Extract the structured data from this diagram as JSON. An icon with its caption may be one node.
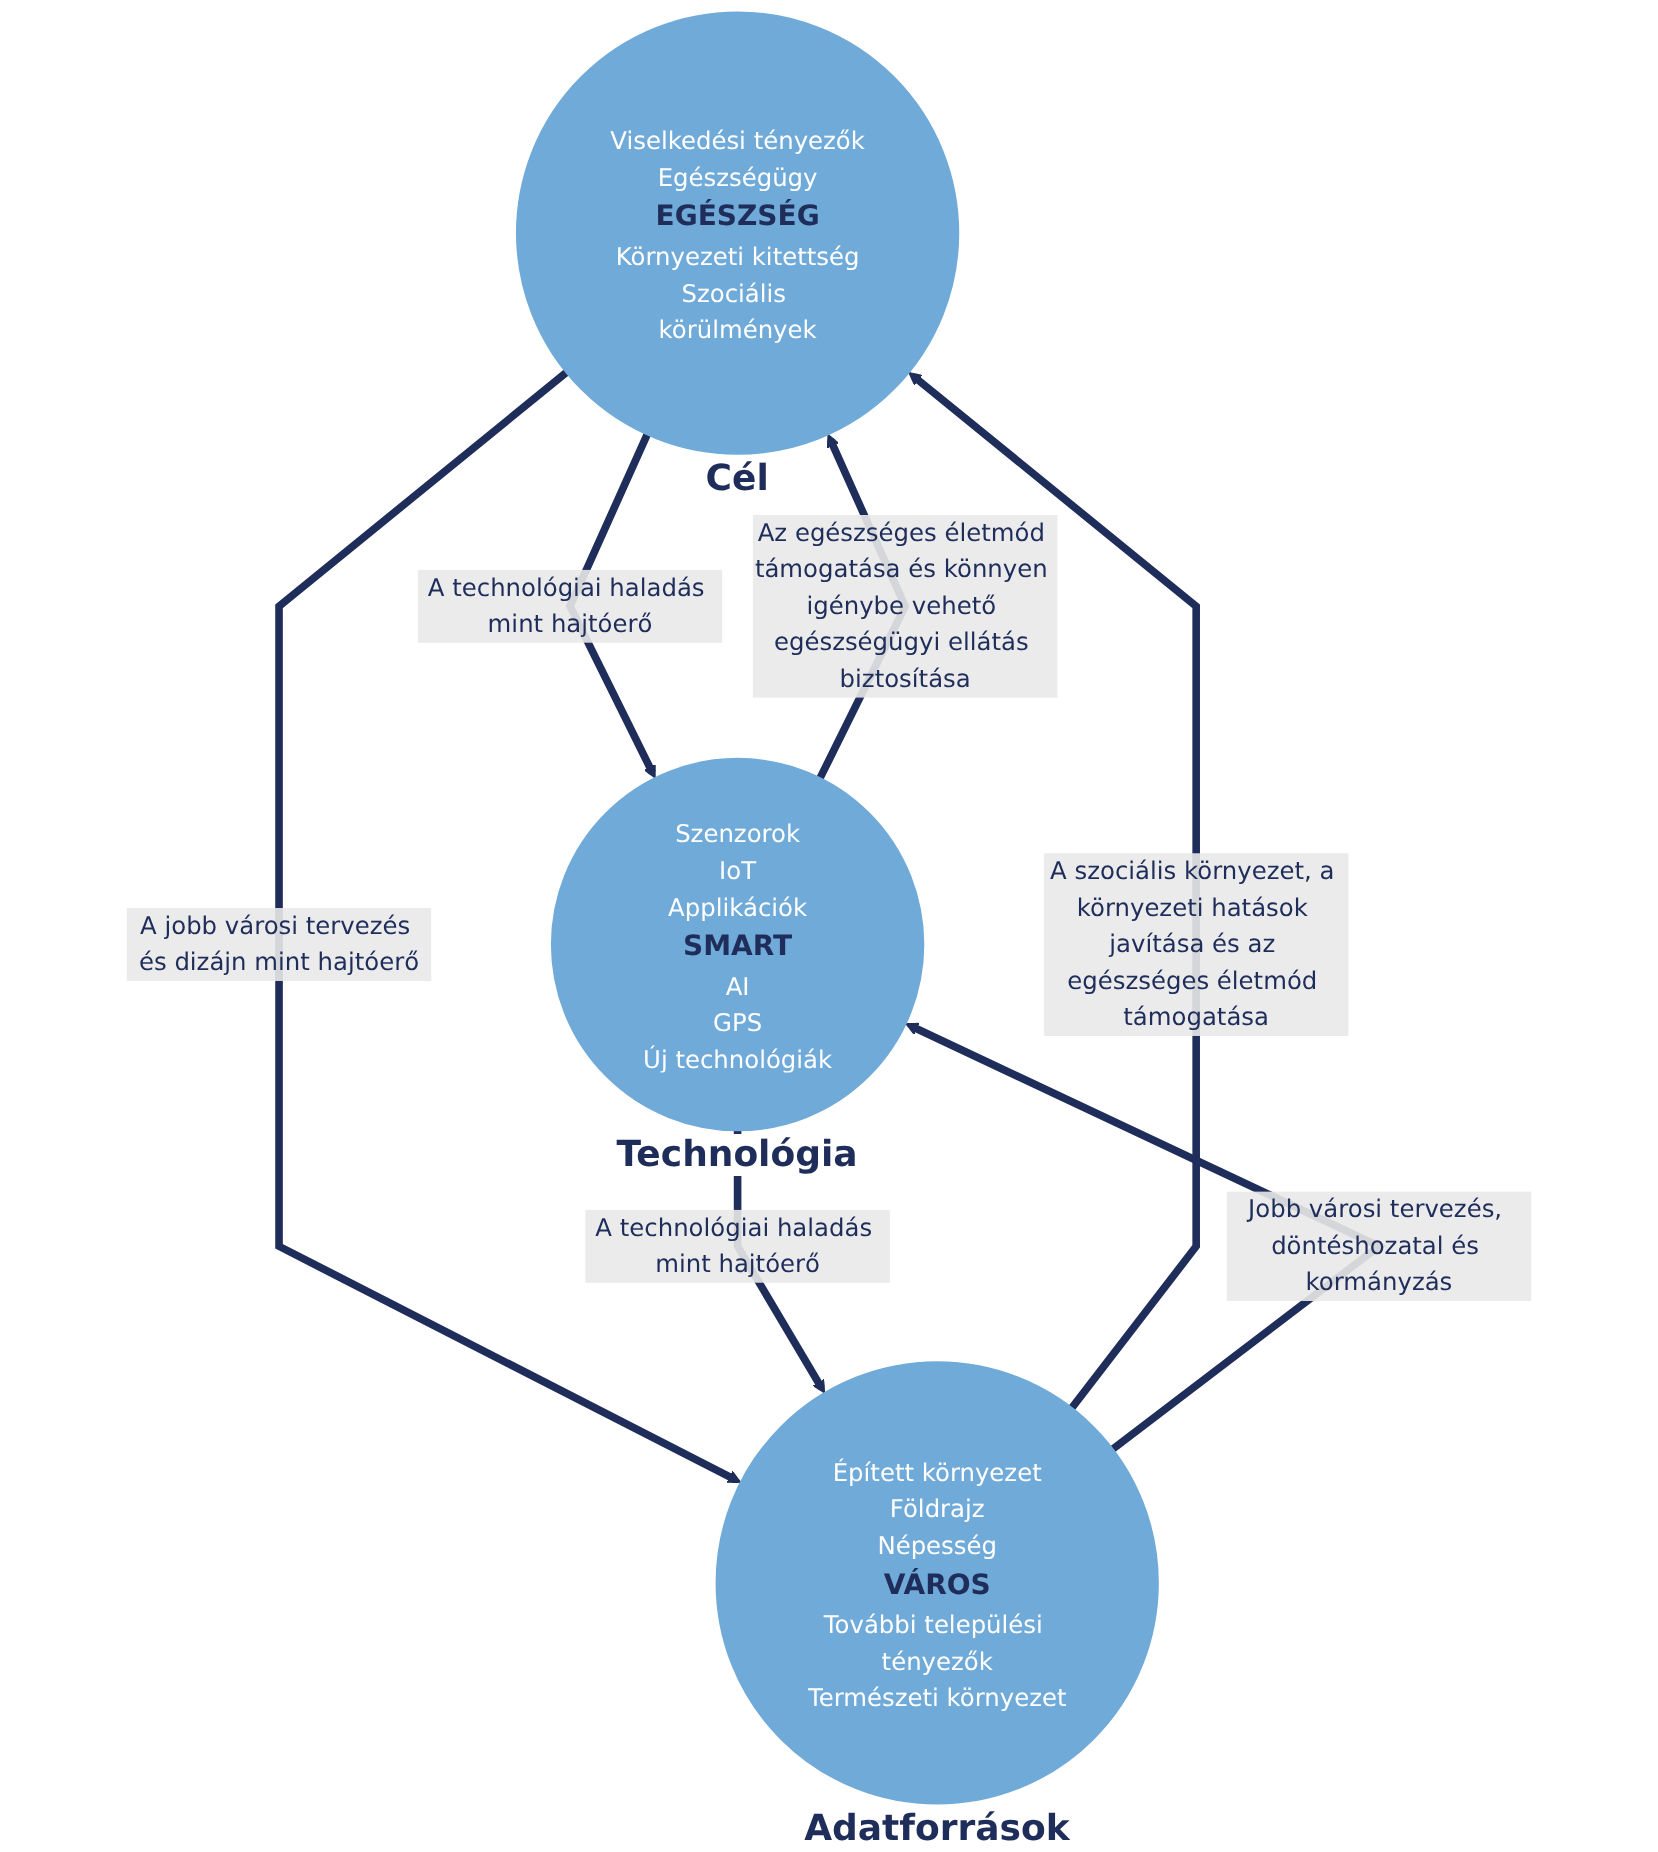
{
  "diagram": {
    "nodes": [
      {
        "text": [
          "Viselkedési tényezők",
          "Egészségügy",
          "EGÉSZSÉG",
          "Környezeti kitettség",
          "Szociális körülmények"
        ],
        "beside": [
          "Cél"
        ]
      },
      {
        "text": [
          "Szenzorok",
          "IoT",
          "Applikációk",
          "SMART",
          "AI",
          "GPS",
          "Új technológiák"
        ],
        "beside": [
          "Technológia"
        ]
      },
      {
        "text": [
          "Épített környezet",
          "Földrajz",
          "Népesség",
          "VÁROS",
          "További települési tényezők",
          "Természeti környezet"
        ],
        "beside": [
          "Adatforrások"
        ]
      }
    ],
    "edges": [
      {
        "from": 1,
        "to": 0,
        "arrow": "to",
        "label": "Az egészséges életmód támogatása és könnyen igénybe vehető egészségügyi ellátás biztosítása"
      },
      {
        "from": 0,
        "to": 1,
        "arrow": "to",
        "label": "A technológiai haladás mint hajtóerő"
      },
      {
        "from": 0,
        "to": 2,
        "arrow": "to",
        "label": "A jobb városi tervezés és dizájn mint hajtóerő"
      },
      {
        "from": 2,
        "to": 0,
        "arrow": "to",
        "label": "A szociális környezet, a környezeti hatások javítása és az egészséges életmód támogatása"
      },
      {
        "from": 1,
        "to": 2,
        "arrow": "to",
        "label": "A technológiai haladás mint hajtóerő"
      },
      {
        "from": 2,
        "to": 1,
        "arrow": "to",
        "label": "Jobb városi tervezés, döntéshozatal és kormányzás"
      }
    ]
  }
}
